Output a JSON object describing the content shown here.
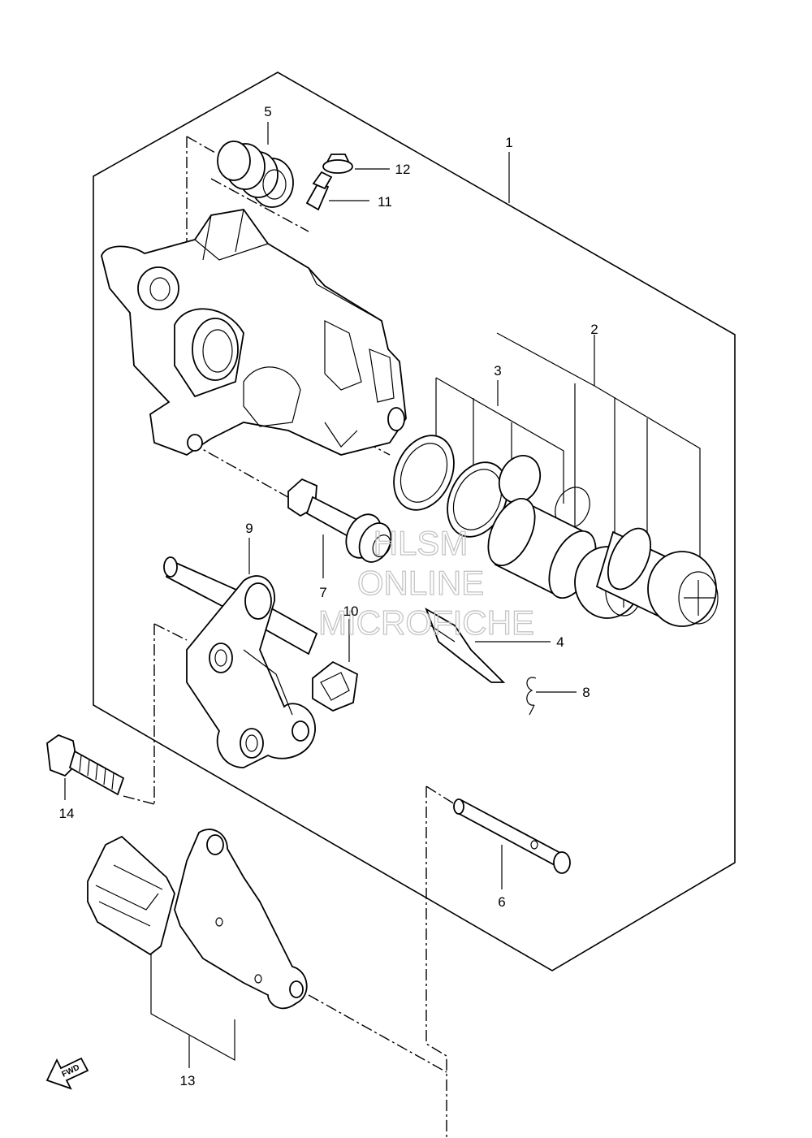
{
  "diagram": {
    "callouts": [
      {
        "id": "c1",
        "label": "1"
      },
      {
        "id": "c2",
        "label": "2"
      },
      {
        "id": "c3",
        "label": "3"
      },
      {
        "id": "c4",
        "label": "4"
      },
      {
        "id": "c5",
        "label": "5"
      },
      {
        "id": "c6",
        "label": "6"
      },
      {
        "id": "c7",
        "label": "7"
      },
      {
        "id": "c8",
        "label": "8"
      },
      {
        "id": "c9",
        "label": "9"
      },
      {
        "id": "c10",
        "label": "10"
      },
      {
        "id": "c11",
        "label": "11"
      },
      {
        "id": "c12",
        "label": "12"
      },
      {
        "id": "c13",
        "label": "13"
      },
      {
        "id": "c14",
        "label": "14"
      }
    ],
    "fwd_label": "FWD"
  },
  "watermark": {
    "line1": "HLSM",
    "line2": "ONLINE",
    "line3": "MICROFICHE"
  },
  "colors": {
    "ink": "#000000",
    "background": "#ffffff",
    "watermark": "#c4c4c4"
  }
}
